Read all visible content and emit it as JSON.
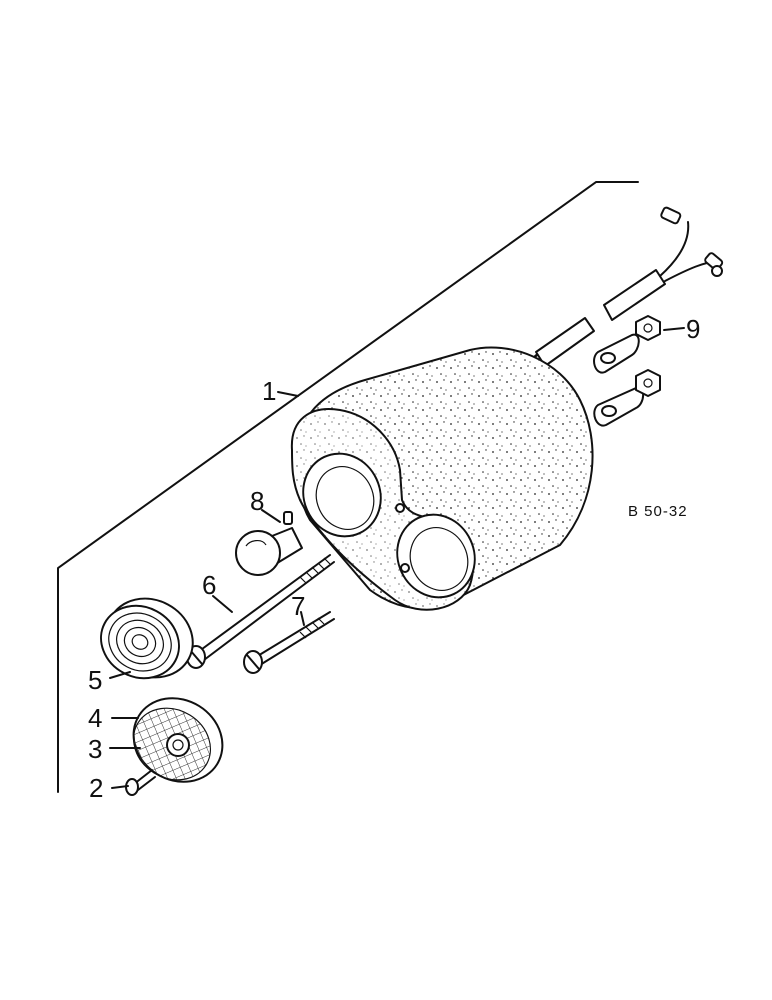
{
  "reference_code": "B 50-32",
  "callouts": [
    {
      "id": "1",
      "text": "1"
    },
    {
      "id": "2",
      "text": "2"
    },
    {
      "id": "3",
      "text": "3"
    },
    {
      "id": "4",
      "text": "4"
    },
    {
      "id": "5",
      "text": "5"
    },
    {
      "id": "6",
      "text": "6"
    },
    {
      "id": "7",
      "text": "7"
    },
    {
      "id": "8",
      "text": "8"
    },
    {
      "id": "9",
      "text": "9"
    }
  ]
}
